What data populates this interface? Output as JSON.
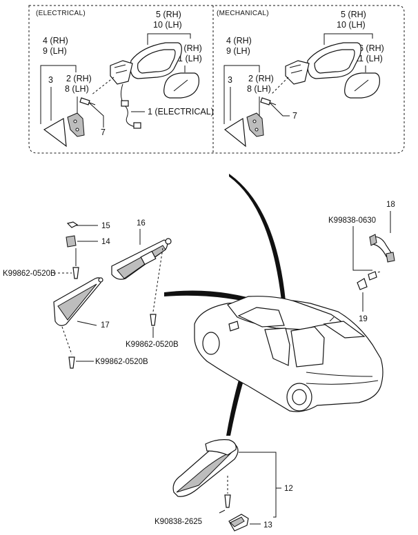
{
  "mirror_panels": [
    {
      "title": "(ELECTRICAL)",
      "labels": {
        "p5_10": [
          "5 (RH)",
          "10 (LH)"
        ],
        "p4_9": [
          "4 (RH)",
          "9 (LH)"
        ],
        "p6_11": [
          "6 (RH)",
          "11 (LH)"
        ],
        "p2_8": [
          "2 (RH)",
          "8 (LH)"
        ],
        "p3": "3",
        "p7": "7",
        "p1": "1 (ELECTRICAL)"
      }
    },
    {
      "title": "(MECHANICAL)",
      "labels": {
        "p5_10": [
          "5 (RH)",
          "10 (LH)"
        ],
        "p4_9": [
          "4 (RH)",
          "9 (LH)"
        ],
        "p6_11": [
          "6 (RH)",
          "11 (LH)"
        ],
        "p2_8": [
          "2 (RH)",
          "8 (LH)"
        ],
        "p3": "3",
        "p7": "7"
      }
    }
  ],
  "interior_labels": {
    "p15": "15",
    "p14": "14",
    "p16": "16",
    "p17": "17",
    "p18": "18",
    "p19": "19",
    "p12": "12",
    "p13": "13",
    "bolt_a": "K99862-0520B",
    "bolt_b": "K99862-0520B",
    "bolt_c": "K99862-0520B",
    "bolt_handle": "K99838-0630",
    "bolt_mirror": "K90838-2625"
  }
}
